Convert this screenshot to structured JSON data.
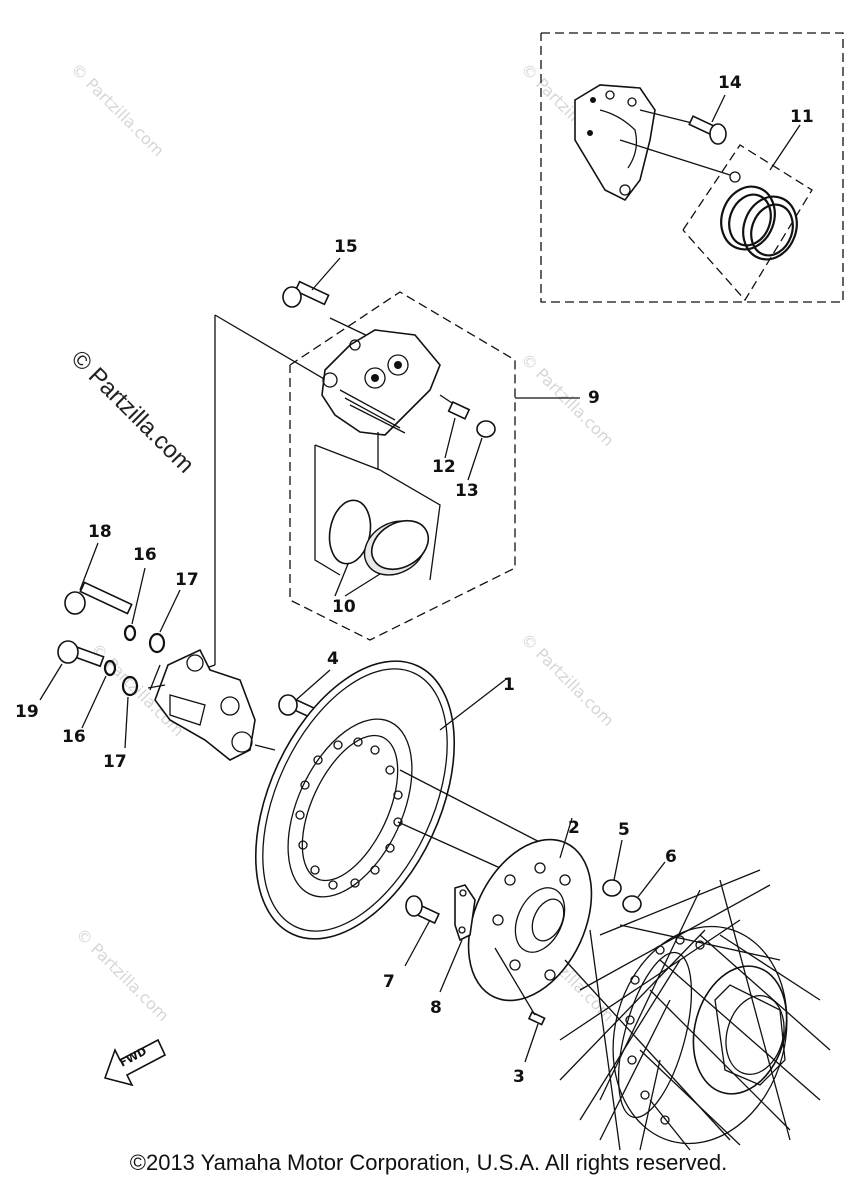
{
  "watermarks": {
    "small": "© Partzilla.com",
    "large": "© Partzilla.com"
  },
  "parts": {
    "p1": "1",
    "p2": "2",
    "p3": "3",
    "p4": "4",
    "p5": "5",
    "p6": "6",
    "p7": "7",
    "p8": "8",
    "p9": "9",
    "p10": "10",
    "p11": "11",
    "p12": "12",
    "p13": "13",
    "p14": "14",
    "p15": "15",
    "p16a": "16",
    "p16b": "16",
    "p17a": "17",
    "p17b": "17",
    "p18": "18",
    "p19": "19"
  },
  "fwd_arrow": {
    "label": "FWD"
  },
  "footer": {
    "copyright": "©2013 Yamaha Motor Corporation, U.S.A. All rights reserved."
  }
}
